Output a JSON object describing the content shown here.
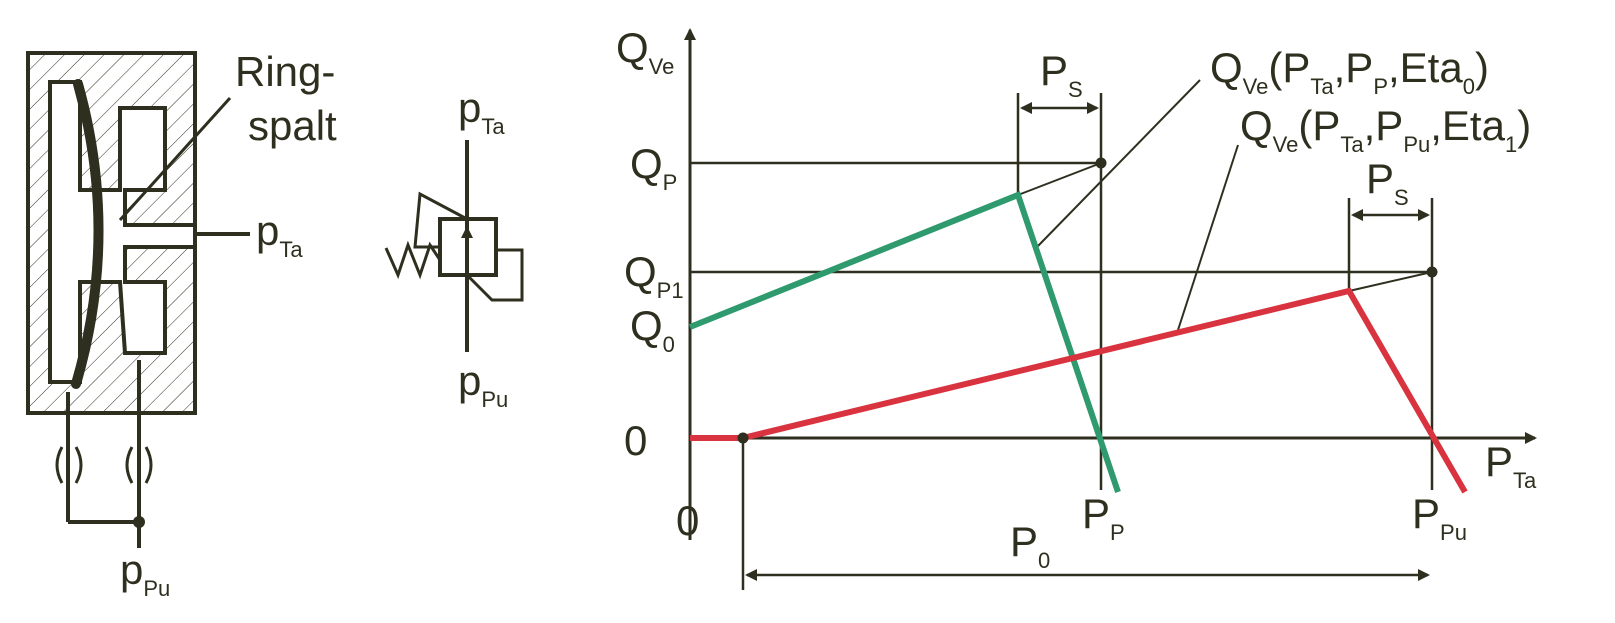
{
  "valve_section": {
    "ring_gap": {
      "line1": "Ring-",
      "line2": "spalt"
    },
    "port_tank": {
      "base": "p",
      "sub": "Ta"
    },
    "port_pump": {
      "base": "p",
      "sub": "Pu"
    }
  },
  "valve_symbol": {
    "port_top": {
      "base": "p",
      "sub": "Ta"
    },
    "port_bottom": {
      "base": "p",
      "sub": "Pu"
    }
  },
  "graph": {
    "y_axis_label": {
      "base": "Q",
      "sub": "Ve"
    },
    "x_axis_label": {
      "base": "P",
      "sub": "Ta"
    },
    "y_ticks": {
      "QP": {
        "base": "Q",
        "sub": "P"
      },
      "QP1": {
        "base": "Q",
        "sub": "P1"
      },
      "Q0": {
        "base": "Q",
        "sub": "0"
      },
      "zero": "0"
    },
    "x_ticks": {
      "origin": "0",
      "PP": {
        "base": "P",
        "sub": "P"
      },
      "PPu": {
        "base": "P",
        "sub": "Pu"
      },
      "P0": {
        "base": "P",
        "sub": "0"
      }
    },
    "ps_label_1": {
      "base": "P",
      "sub": "S"
    },
    "ps_label_2": {
      "base": "P",
      "sub": "S"
    },
    "curve_eta0_label": {
      "a": "Q",
      "a_sub": "Ve",
      "b": "(P",
      "b_sub": "Ta",
      "c": ",P",
      "c_sub": "P",
      "d": ",Eta",
      "d_sub": "0",
      "e": ")"
    },
    "curve_eta1_label": {
      "a": "Q",
      "a_sub": "Ve",
      "b": "(P",
      "b_sub": "Ta",
      "c": ",P",
      "c_sub": "Pu",
      "d": ",Eta",
      "d_sub": "1",
      "e": ")"
    },
    "colors": {
      "eta0_curve": "#2e9a6e",
      "eta1_curve": "#d8333f",
      "ink": "#2f2f1f"
    }
  }
}
